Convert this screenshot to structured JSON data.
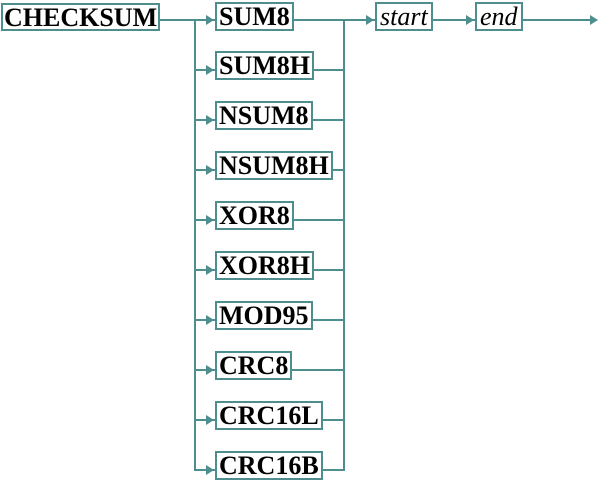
{
  "diagram": {
    "command": "CHECKSUM",
    "options": [
      "SUM8",
      "SUM8H",
      "NSUM8",
      "NSUM8H",
      "XOR8",
      "XOR8H",
      "MOD95",
      "CRC8",
      "CRC16L",
      "CRC16B"
    ],
    "parameters": [
      "start",
      "end"
    ],
    "colors": {
      "line": "#4e8e8e",
      "text": "#000000",
      "background": "#ffffff"
    }
  }
}
